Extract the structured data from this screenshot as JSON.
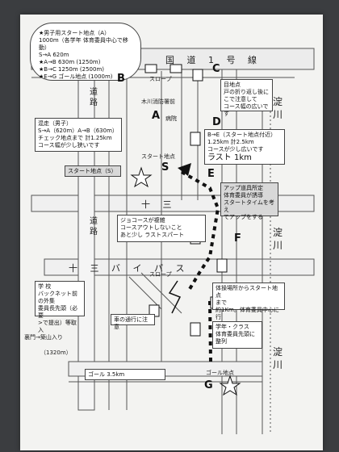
{
  "header_box": {
    "lines": [
      "★男子用スタート地点（A）",
      "1000m（各学年 体育委員中心で移動）",
      "S→A 620m",
      "★A→B 630m (1250m)",
      "★B→C 1250m (2500m)",
      "★E→G ゴール地点 (1000m)"
    ]
  },
  "road_top": "国 道 1 号 線",
  "road_mid": "十 三",
  "road_low": "十 三 バ イ パ ス",
  "road_left": "道 路",
  "road_left2": "道 路",
  "river_top": "淀 川",
  "river_mid": "淀 川",
  "river_low": "淀 川",
  "points": {
    "A": "A",
    "B": "B",
    "C": "C",
    "D": "D",
    "E": "E",
    "F": "F",
    "G": "G",
    "S": "S"
  },
  "labels": {
    "slope_top": "スロープ",
    "slope_low": "スロープ",
    "fire_station": "木川消防署前",
    "start_point": "スタート地点",
    "goal_point": "ゴール地点",
    "gate": "裏門→築山入り",
    "distance_small": "（1320m）",
    "school": "病院"
  },
  "bubbles": {
    "c_note": [
      "目地点",
      "戸の折り返し後に",
      "こで注意して",
      "コース幅の広いです"
    ],
    "boys": [
      "混走（男子）",
      "S→A（620m）A→B（630m）",
      "チェック地点まで 計1.25km",
      "コース幅が少し狭いです"
    ],
    "start_box": [
      "スタート地点（S）"
    ],
    "d_note": [
      "B→E（スタート地点付近）",
      "1.25km 計2.5km",
      "コースが少し広いです",
      "ラスト 1km"
    ],
    "up_note": [
      "アップ道具所定",
      "体育委員が誘導",
      "スタートタイムを考え",
      "てアップをする"
    ],
    "f_note": [
      "ジョコースが複雑",
      "コースアウトしないこと",
      "あと少し ラストスパート"
    ],
    "school_note": [
      "学 校",
      "バックネット前の外集",
      "委員長先頭（必要",
      ">で提出）等取入"
    ],
    "car_note": [
      "車の通行に注意"
    ],
    "teacher_note": [
      "体操場所からスタート地点",
      "まで",
      "約1Km。体育委員中心に行"
    ],
    "class_note": [
      "学年・クラス",
      "体育委員先頭に",
      "整列"
    ],
    "goal_box": [
      "ゴール 3.5km"
    ]
  }
}
